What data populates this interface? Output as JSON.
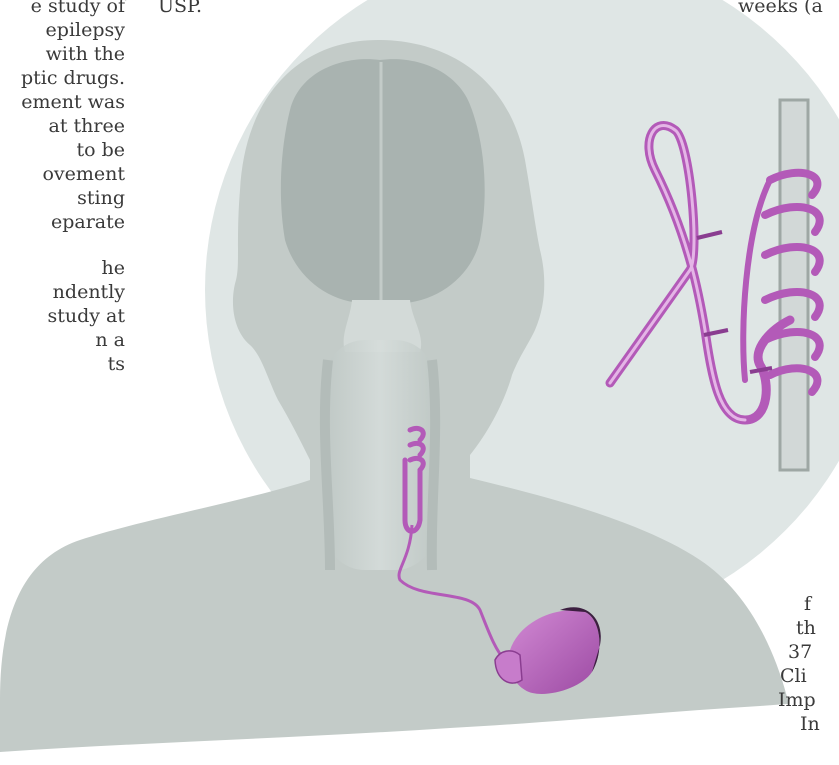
{
  "left_column": {
    "lines": [
      "e study of",
      "epilepsy",
      "with the",
      "ptic drugs.",
      "ement was",
      "at three",
      "to be",
      "ovement",
      "sting",
      "eparate",
      "he",
      "ndently",
      "study at",
      "n a",
      "ts"
    ]
  },
  "top_middle_text": "USP.",
  "top_right_text": "weeks (a",
  "right_column": {
    "lines": [
      "f",
      "th",
      "37",
      "Cli",
      "Imp",
      "In"
    ]
  },
  "colors": {
    "background": "#ffffff",
    "body_silhouette": "#c3cbc8",
    "brain": "#a9b3b0",
    "nerve_circle": "#dfe6e5",
    "device_purple": "#b35ab8",
    "text": "#3a3a3a"
  }
}
